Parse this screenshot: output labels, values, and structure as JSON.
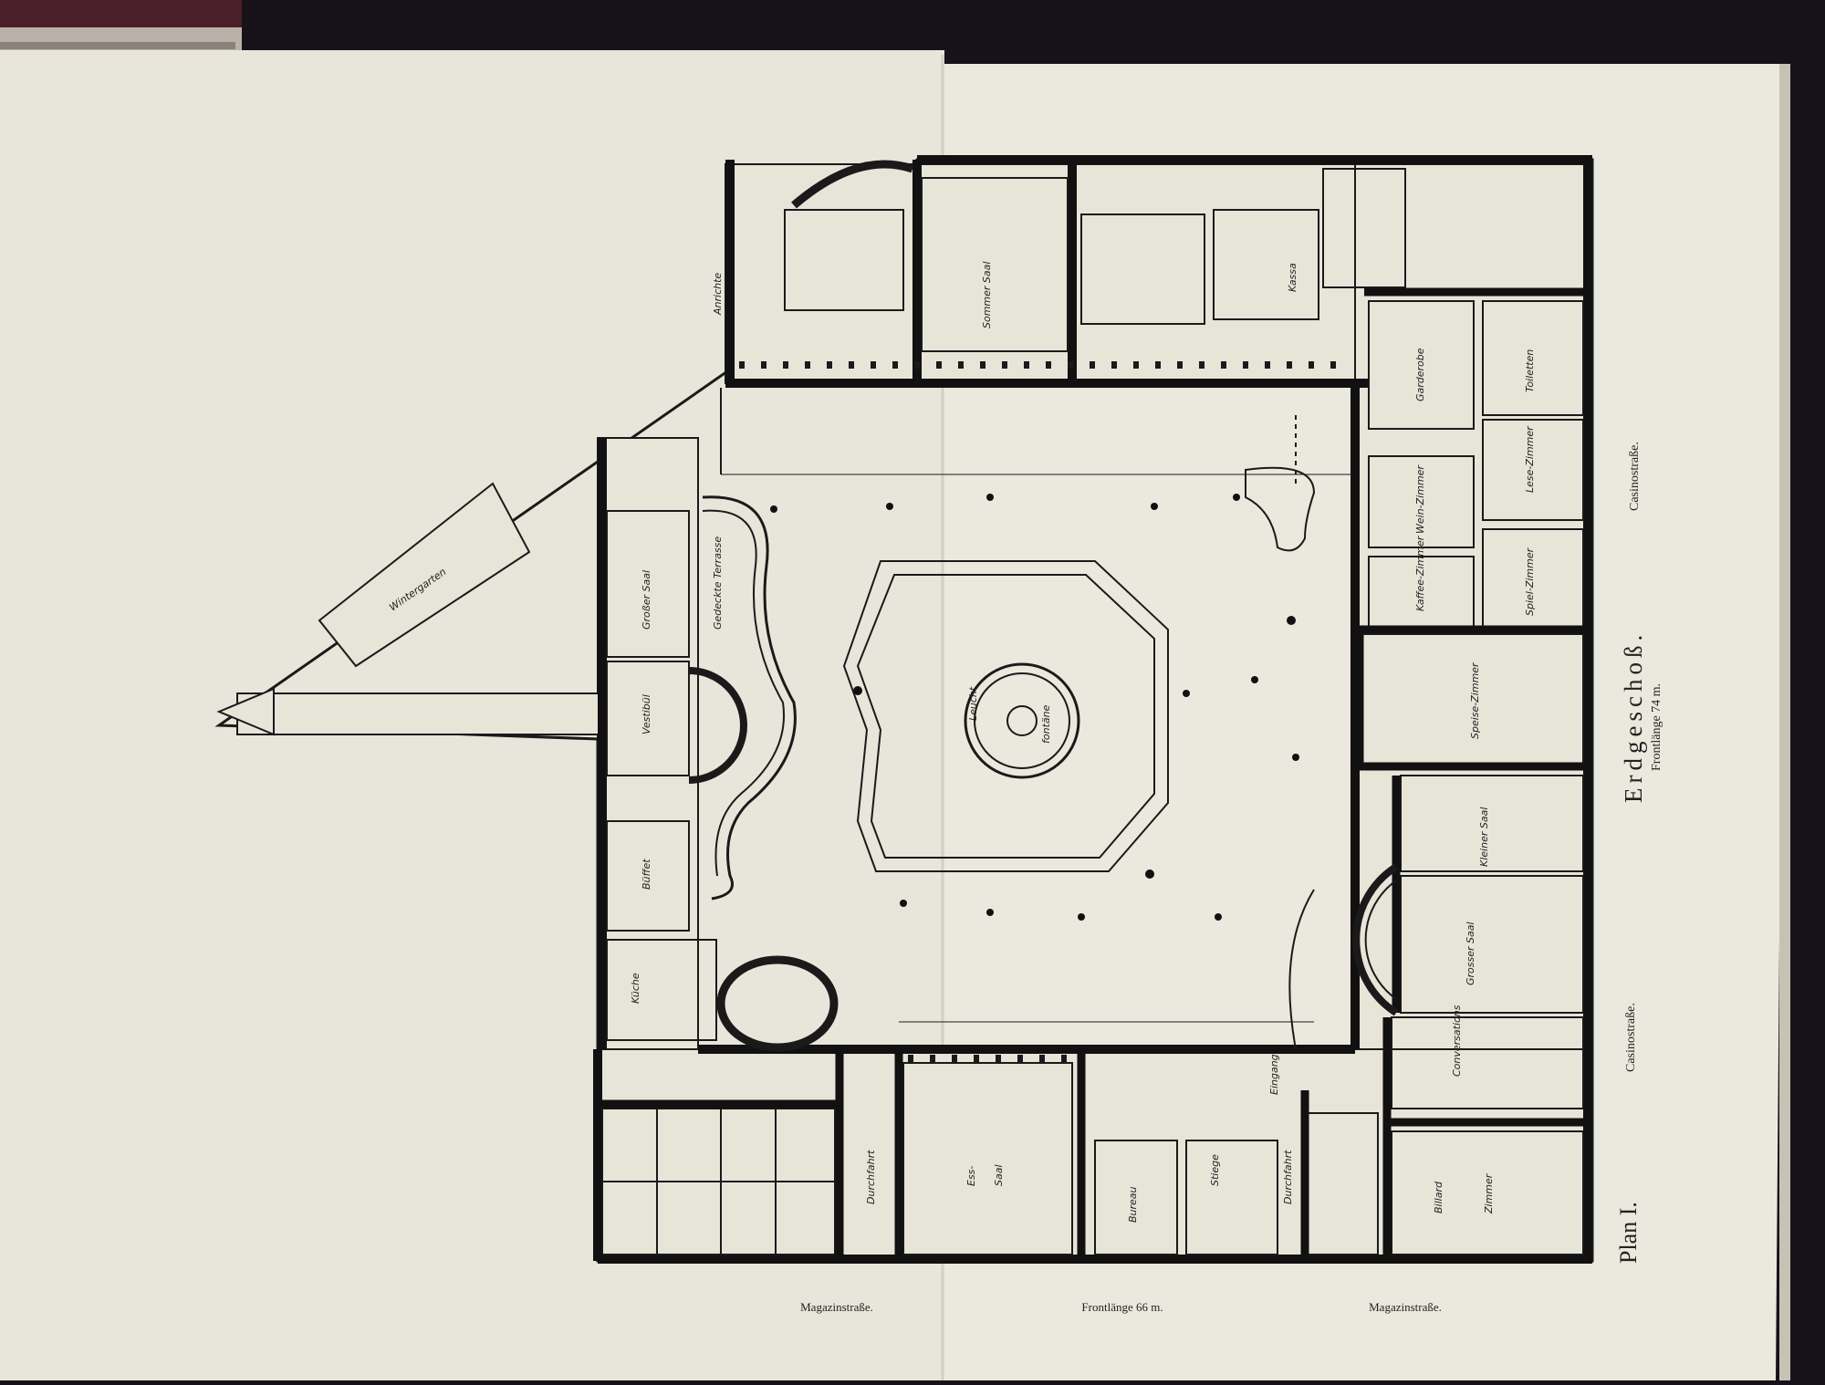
{
  "plan": {
    "title": "Erdgeschoß.",
    "frontage_side": "Frontlänge 74 m.",
    "frontage_bottom": "Frontlänge 66 m.",
    "plan_number": "Plan I."
  },
  "streets": {
    "casino_top": "Casinostraße.",
    "casino_bottom": "Casinostraße.",
    "magazin_left": "Magazinstraße.",
    "magazin_right": "Magazinstraße."
  },
  "rooms": {
    "fountain_1": "Leucht",
    "fountain_2": "fontäne",
    "garden": "Wintergarten",
    "great_hall": "Großer Saal",
    "hall_terrace": "Gedeckte Terrasse",
    "buffet_top": "Büffet",
    "billard_1": "Billard",
    "billard_2": "Zimmer",
    "esssaal_1": "Ess-",
    "esssaal_2": "Saal",
    "kueche": "Küche",
    "kassa": "Kassa",
    "durchfahrt_1": "Durchfahrt",
    "durchfahrt_2": "Durchfahrt",
    "sommer_saal": "Sommer Saal",
    "weinzimmer": "Wein-Zimmer",
    "toiletten": "Toiletten",
    "lesezimmer": "Lese-Zimmer",
    "spielzimmer": "Spiel-Zimmer",
    "grosser_saal_right": "Grosser Saal",
    "kleiner_saal": "Kleiner Saal",
    "speise_zimmer": "Speise-Zimmer",
    "kaffee_zimmer": "Kaffee-Zimmer",
    "conversation": "Conversations",
    "entree": "Eingang",
    "buero": "Bureau",
    "vestibuel": "Vestibül",
    "stiege": "Stiege",
    "garderobe": "Garderobe",
    "anrichte": "Anrichte"
  }
}
